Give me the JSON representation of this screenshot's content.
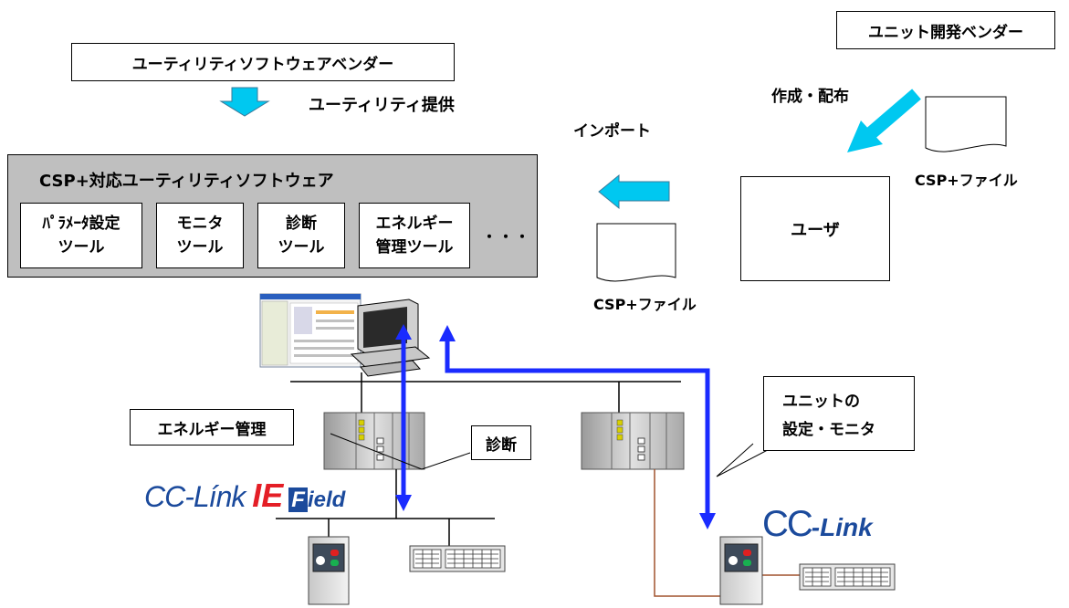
{
  "vendors": {
    "utility_vendor": "ユーティリティソフトウェアベンダー",
    "unit_vendor": "ユニット開発ベンダー"
  },
  "flows": {
    "utility_provided": "ユーティリティ提供",
    "create_distribute": "作成・配布",
    "import": "インポート"
  },
  "files": {
    "csp_file_top": "CSP+ファイル",
    "csp_file_bottom": "CSP+ファイル"
  },
  "utility_software": {
    "title": "CSP+対応ユーティリティソフトウェア",
    "tools": [
      {
        "line1": "ﾊﾟﾗﾒｰﾀ設定",
        "line2": "ツール"
      },
      {
        "line1": "モニタ",
        "line2": "ツール"
      },
      {
        "line1": "診断",
        "line2": "ツール"
      },
      {
        "line1": "エネルギー",
        "line2": "管理ツール"
      }
    ],
    "ellipsis": "・・・"
  },
  "user": {
    "label": "ユーザ"
  },
  "callouts": {
    "energy": "エネルギー管理",
    "diagnosis": "診断",
    "unit_line1": "ユニットの",
    "unit_line2": "設定・モニタ"
  },
  "logos": {
    "cclink_ie_part1": "CC-Línk ",
    "cclink_ie_part2": "IE",
    "cclink_ie_part3": "F",
    "cclink_ie_part4": "ield",
    "cclink_part1": "CC",
    "cclink_part2": "-Link"
  },
  "colors": {
    "network_arrow": "#1a2bff",
    "flow_arrow": "#00c8f0",
    "logo_blue": "#1b4a9c",
    "logo_red": "#e41e26",
    "panel_gray": "#bfbfbf",
    "cable_brown": "#a0522d"
  }
}
